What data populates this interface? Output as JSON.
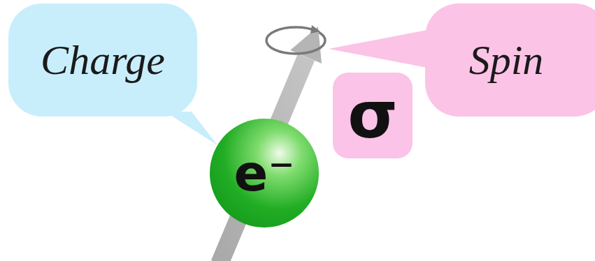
{
  "diagram": {
    "nodes": [
      {
        "text": [
          "Charge"
        ]
      },
      {
        "text": [
          "Spin"
        ]
      },
      {
        "text": [
          "σ"
        ]
      },
      {
        "text": [
          "e⁻"
        ]
      }
    ]
  }
}
